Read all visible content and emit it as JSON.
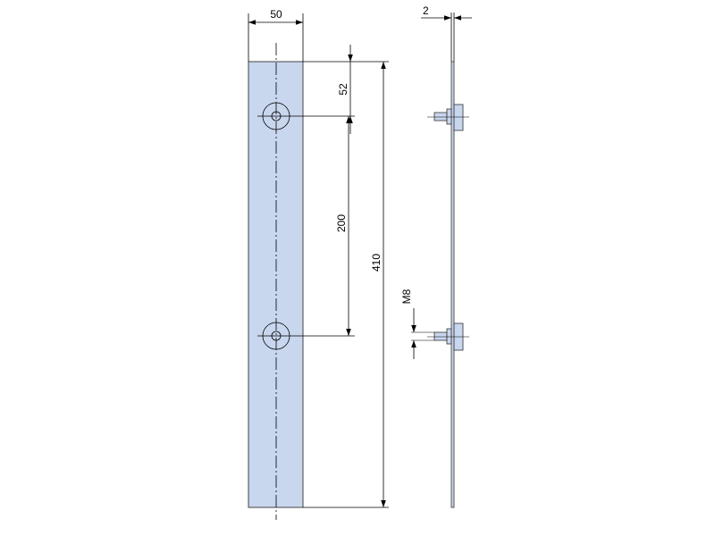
{
  "colors": {
    "plate_fill": "#c8d6ee",
    "line": "#000000",
    "outline": "#555555"
  },
  "dimensions": {
    "width": "50",
    "thickness": "2",
    "top_offset": "52",
    "hole_spacing": "200",
    "total_length": "410",
    "thread": "M8"
  }
}
